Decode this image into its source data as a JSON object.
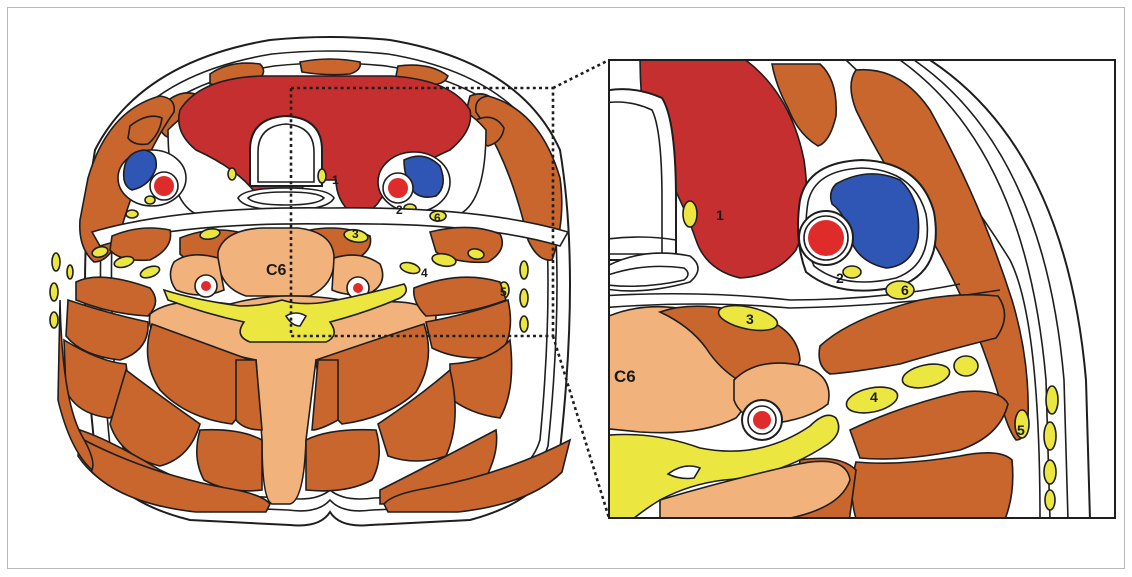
{
  "colors": {
    "muscle": "#c9662d",
    "artery": "#d42a2a",
    "vein": "#2f56b4",
    "nerve": "#ece640",
    "bone": "#f2b27c",
    "airway_red": "#c62f2f",
    "outline": "#1e1e1e",
    "skin": "#ffffff"
  },
  "main_view": {
    "labels": {
      "vertebra": "C6",
      "structure_1": "1",
      "structure_2": "2",
      "structure_3": "3",
      "structure_4": "4",
      "structure_5": "5",
      "structure_6": "6"
    }
  },
  "inset": {
    "labels": {
      "vertebra": "C6",
      "structure_1": "1",
      "structure_2": "2",
      "structure_3": "3",
      "structure_4": "4",
      "structure_5": "5",
      "structure_6": "6"
    }
  }
}
